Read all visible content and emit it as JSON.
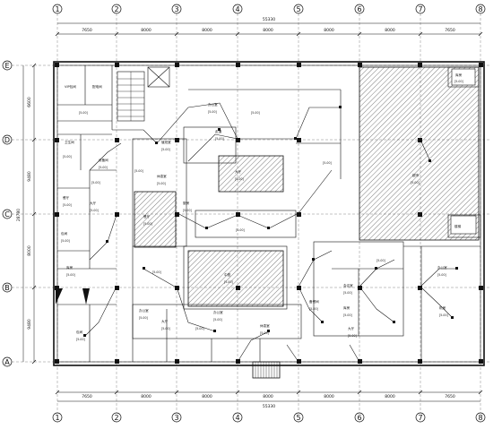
{
  "axes": {
    "columns": [
      "1",
      "2",
      "3",
      "4",
      "5",
      "6",
      "7",
      "8"
    ],
    "rows": [
      "E",
      "D",
      "C",
      "B",
      "A"
    ]
  },
  "dimensions": {
    "top_total": "55330",
    "top_spans": [
      "7650",
      "8000",
      "8000",
      "8000",
      "8000",
      "8000",
      "7650"
    ],
    "bottom_total": "55330",
    "bottom_spans": [
      "7650",
      "8000",
      "8000",
      "8000",
      "8000",
      "8000",
      "7650"
    ],
    "left_total": "28780",
    "left_spans": [
      "6600",
      "9480",
      "8000",
      "9480"
    ]
  },
  "rooms": {
    "r1": "VIP包间",
    "r2": "配电间",
    "r3": "[5-00]",
    "r4": "卫生间",
    "r5": "[5-00]",
    "r6": "餐厅",
    "r7": "[5-00]",
    "r8": "包间",
    "r9": "[5-00]",
    "r10": "库房",
    "r11": "[5-00]",
    "r12": "[5-00]",
    "r13": "设备间",
    "r14": "[5-00]",
    "r15": "大厅",
    "r16": "[5-00]",
    "r17": "[5-00]",
    "r18": "休息室",
    "r19": "[5-00]",
    "r20": "值班室",
    "r21": "[5-00]",
    "r22": "办公室",
    "r23": "[5-00]",
    "r24": "大厅",
    "r25": "[5-00]",
    "r26": "[5-00]",
    "r27": "走道",
    "r28": "[5-00]",
    "r29": "[5-00]",
    "r30": "厨房",
    "r31": "[5-00]",
    "r32": "[5-00]",
    "r33": "餐厅",
    "r34": "[5-00]",
    "r35": "中庭",
    "r36": "[5-00]",
    "r37": "[5-00]",
    "r38": "办公室",
    "r39": "[5-00]",
    "r40": "大厅",
    "r41": "[5-00]",
    "r42": "[5-00]",
    "r43": "办公室",
    "r44": "[5-00]",
    "r45": "休息室",
    "r46": "[5-00]",
    "r47": "包间",
    "r48": "[5-00]",
    "r49": "备餐间",
    "r50": "[5-00]",
    "r51": "会议室",
    "r52": "[5-00]",
    "r53": "库房",
    "r54": "[5-00]",
    "r55": "大厅",
    "r56": "[5-00]",
    "r57": "[5-00]",
    "r58": "办公室",
    "r59": "[5-00]",
    "r60": "机房",
    "r61": "[5-00]",
    "r62": "超市",
    "r63": "[5-00]",
    "r64": "库房",
    "r65": "[5-00]",
    "r66": "楼梯"
  }
}
